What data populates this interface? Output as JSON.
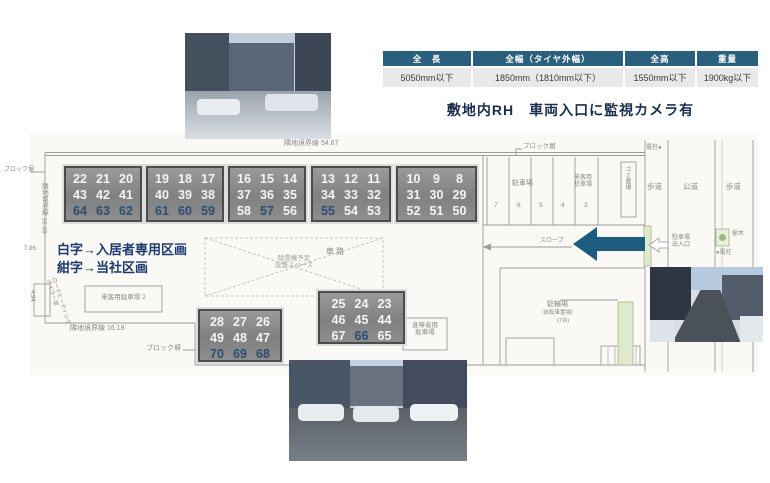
{
  "table": {
    "headers": [
      "全　長",
      "全幅（タイヤ外幅）",
      "全高",
      "重量"
    ],
    "values": [
      "5050mm以下",
      "1850mm（1810mm以下）",
      "1550mm以下",
      "1900kg以下"
    ]
  },
  "caption": "敷地内RH　車両入口に監視カメラ有",
  "legend": {
    "line1": "白字→入居者専用区画",
    "line2": "紺字→当社区画"
  },
  "plan": {
    "blocks": [
      {
        "rows": [
          [
            "22",
            "21",
            "20"
          ],
          [
            "43",
            "42",
            "41"
          ],
          [
            "64",
            "63",
            "62"
          ]
        ],
        "navy": [
          [
            2,
            0
          ],
          [
            2,
            1
          ],
          [
            2,
            2
          ]
        ]
      },
      {
        "rows": [
          [
            "19",
            "18",
            "17"
          ],
          [
            "40",
            "39",
            "38"
          ],
          [
            "61",
            "60",
            "59"
          ]
        ],
        "navy": [
          [
            2,
            0
          ],
          [
            2,
            1
          ],
          [
            2,
            2
          ]
        ]
      },
      {
        "rows": [
          [
            "16",
            "15",
            "14"
          ],
          [
            "37",
            "36",
            "35"
          ],
          [
            "58",
            "57",
            "56"
          ]
        ],
        "navy": [
          [
            2,
            1
          ]
        ]
      },
      {
        "rows": [
          [
            "13",
            "12",
            "11"
          ],
          [
            "34",
            "33",
            "32"
          ],
          [
            "55",
            "54",
            "53"
          ]
        ],
        "navy": [
          [
            2,
            0
          ]
        ]
      },
      {
        "rows": [
          [
            "10",
            "9",
            "8"
          ],
          [
            "31",
            "30",
            "29"
          ],
          [
            "52",
            "51",
            "50"
          ]
        ],
        "navy": []
      },
      {
        "rows": [
          [
            "28",
            "27",
            "26"
          ],
          [
            "49",
            "48",
            "47"
          ],
          [
            "70",
            "69",
            "68"
          ]
        ],
        "navy": [
          [
            2,
            0
          ],
          [
            2,
            1
          ],
          [
            2,
            2
          ]
        ]
      },
      {
        "rows": [
          [
            "25",
            "24",
            "23"
          ],
          [
            "46",
            "45",
            "44"
          ],
          [
            "67",
            "66",
            "65"
          ]
        ],
        "navy": [
          [
            2,
            1
          ]
        ]
      }
    ],
    "labels": {
      "boundaryTop": "隣地境界線 54.67",
      "boundaryLeft": "隣地境界線 10.69",
      "boundaryBottom": "隣地境界線 16.18",
      "blockWallTL": "ブロック塀",
      "blockWallTR": "ブロック塀",
      "blockWallBL": "ブロック塀",
      "dim786": "7.86",
      "dim494": "4.94",
      "roadHeating1": "ロードヒーティング",
      "roadHeating2": "ボイラー室",
      "visitorBox": "来客用駐車場 2",
      "parking": "駐車場",
      "visitor1": "来客用",
      "visitor2": "駐車場",
      "garbage": "ゴミ置場",
      "sidewalk1": "歩道",
      "publicRoad": "公道",
      "sidewalk2": "歩道",
      "poleTop": "電柱●",
      "poleBottom": "●電柱",
      "tree": "樹木",
      "slope": "スロープ",
      "roadway": "車路",
      "snow1": "除雪機予定",
      "snow2": "設置スペース",
      "entrance1": "駐車場",
      "entrance2": "出入口",
      "disabled1": "身障者用",
      "disabled2": "駐車場",
      "bicycle": "駐輪場",
      "bicycleSub": "（自転車置場）",
      "bicycleCount": "(7台)"
    },
    "spaceNumbers": [
      "7",
      "6",
      "5",
      "4",
      "3"
    ]
  },
  "colors": {
    "tableHeader": "#2a607e",
    "arrow": "#1d5c7e",
    "navyText": "#1c3a70",
    "numberNavy": "#2c4d74",
    "numberWhite": "#f4f4f4"
  }
}
